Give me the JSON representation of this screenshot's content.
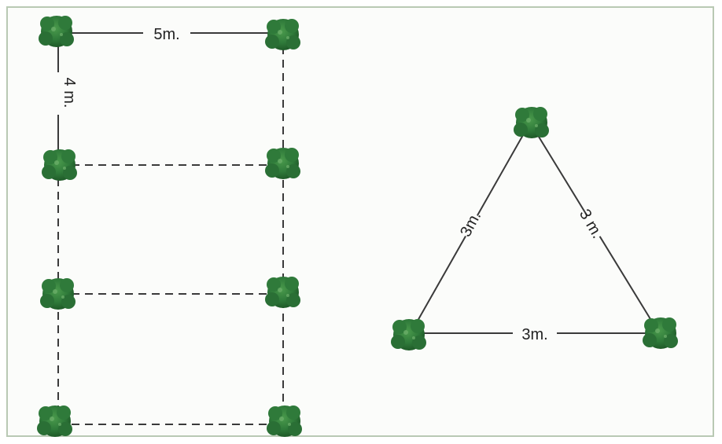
{
  "rect_layout": {
    "width_label": "5m.",
    "height_label": "4 m."
  },
  "triangle_layout": {
    "left_label": "3m.",
    "right_label": "3 m.",
    "base_label": "3m."
  },
  "colors": {
    "tree_fill": "#2f7a3a",
    "tree_dark": "#1f5a28",
    "line": "#3a3a3a"
  },
  "icons": {
    "tree": "tree-icon"
  }
}
